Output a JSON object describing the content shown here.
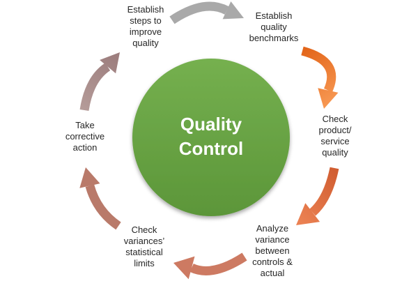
{
  "diagram": {
    "type": "cycle",
    "background": "#ffffff",
    "text_color": "#262626"
  },
  "center": {
    "label": "Quality\nControl",
    "color_top": "#75b04f",
    "color_bottom": "#5c9639",
    "text_color": "#ffffff"
  },
  "steps": [
    {
      "name": "establish-steps-to-improve-quality",
      "label": "Establish\nsteps to\nimprove\nquality"
    },
    {
      "name": "establish-quality-benchmarks",
      "label": "Establish\nquality\nbenchmarks"
    },
    {
      "name": "check-product-service-quality",
      "label": "Check\nproduct/\nservice\nquality"
    },
    {
      "name": "analyze-variance-between-controls-and-actual",
      "label": "Analyze\nvariance\nbetween\ncontrols &\nactual"
    },
    {
      "name": "check-variances-statistical-limits",
      "label": "Check\nvariances’\nstatistical\nlimits"
    },
    {
      "name": "take-corrective-action",
      "label": "Take\ncorrective\naction"
    }
  ],
  "arrows": {
    "establish_to_benchmarks": {
      "color": "#a9a9a9"
    },
    "benchmarks_to_check": {
      "color_from": "#e3661a",
      "color_to": "#f89a55"
    },
    "check_to_analyze": {
      "color_from": "#d15e32",
      "color_to": "#eb8152"
    },
    "analyze_to_variances": {
      "color": "#cd7a62"
    },
    "variances_to_action": {
      "color": "#b97a6a"
    },
    "action_to_establish": {
      "color_from": "#9d7e7e",
      "color_to": "#b79e9b"
    }
  }
}
